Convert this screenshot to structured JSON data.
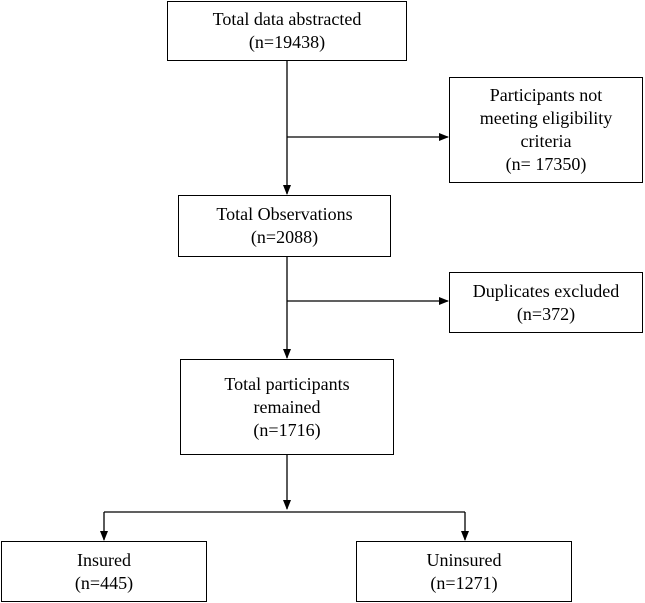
{
  "flowchart": {
    "total_abstracted": {
      "label": "Total data abstracted",
      "count": "(n=19438)"
    },
    "not_eligible": {
      "line1": "Participants not",
      "line2": "meeting eligibility",
      "line3": "criteria",
      "count": "(n= 17350)"
    },
    "total_observations": {
      "label": "Total Observations",
      "count": "(n=2088)"
    },
    "duplicates": {
      "label": "Duplicates excluded",
      "count": "(n=372)"
    },
    "remained": {
      "line1": "Total participants",
      "line2": "remained",
      "count": "(n=1716)"
    },
    "insured": {
      "label": "Insured",
      "count": "(n=445)"
    },
    "uninsured": {
      "label": "Uninsured",
      "count": "(n=1271)"
    }
  },
  "colors": {
    "line": "#000000",
    "background": "#ffffff"
  }
}
